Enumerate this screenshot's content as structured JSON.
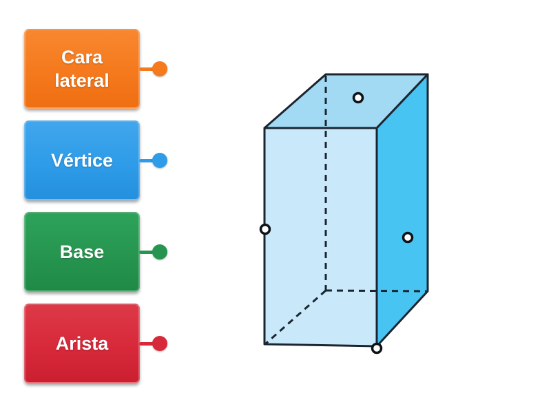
{
  "labels": [
    {
      "text": "Cara lateral",
      "color": "#F5791D"
    },
    {
      "text": "Vértice",
      "color": "#2E9CE8"
    },
    {
      "text": "Base",
      "color": "#26954F"
    },
    {
      "text": "Arista",
      "color": "#D7293A"
    }
  ],
  "diagram": {
    "shape": "rectangular-prism",
    "face_colors": {
      "front": "#C9E9FB",
      "top": "#A3DAF3",
      "right": "#47C4F1"
    },
    "edge_color": "#1B2530",
    "marker_positions": [
      "top-face",
      "left-front-edge",
      "right-face",
      "bottom-front-right-vertex"
    ]
  }
}
